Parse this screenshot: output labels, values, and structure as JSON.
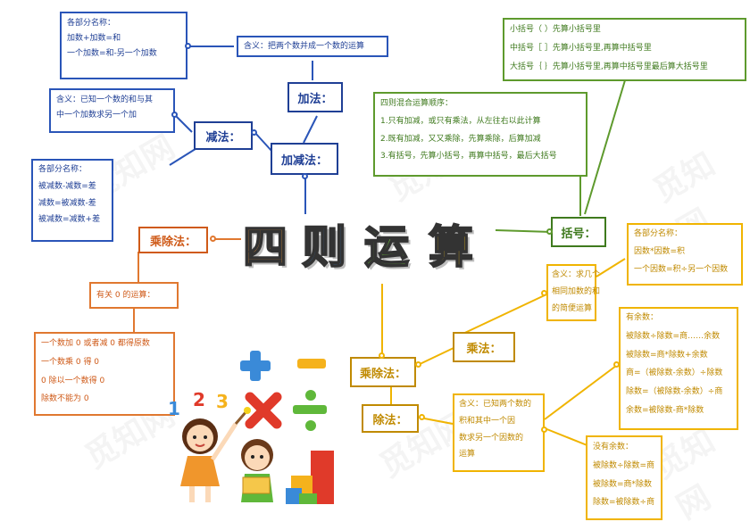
{
  "watermark": "觅知网",
  "title": [
    "四",
    "则",
    "运",
    "算"
  ],
  "add_sub": {
    "branch": "加减法：",
    "addition": {
      "node": "加法：",
      "meaning": "含义：把两个数并成一个数的运算",
      "parts": [
        "各部分名称：",
        "加数+加数=和",
        "一个加数=和-另一个加数"
      ]
    },
    "subtraction": {
      "node": "减法：",
      "meaning": [
        "含义：已知一个数的和与其",
        "中一个加数求另一个加"
      ],
      "parts": [
        "各部分名称：",
        "被减数-减数=差",
        "减数=被减数-差",
        "被减数=减数+差"
      ]
    }
  },
  "brackets": {
    "node": "括号：",
    "kinds": [
      "小括号（ ）先算小括号里",
      "中括号［ ］先算小括号里,再算中括号里",
      "大括号｛ ｝先算小括号里,再算中括号里最后算大括号里"
    ],
    "order": [
      "四则混合运算顺序：",
      "1.只有加减，或只有乘法，从左往右以此计算",
      "2.既有加减，又又乘除，先算乘除，后算加减",
      "3.有括号，先算小括号，再算中括号，最后大括号"
    ]
  },
  "zero": {
    "node": "乘除法：",
    "sub": "有关 0 的运算：",
    "rules": [
      "一个数加 0 或者减 0 都得原数",
      "一个数乘 0 得 0",
      "0 除以一个数得 0",
      "除数不能为 0"
    ]
  },
  "mul_div": {
    "branch": "乘除法：",
    "multiplication": {
      "node": "乘法：",
      "meaning": [
        "含义：求几个",
        "相同加数的和",
        "的简便运算"
      ],
      "parts": [
        "各部分名称：",
        "因数*因数=积",
        "一个因数=积÷另一个因数"
      ]
    },
    "division": {
      "node": "除法：",
      "meaning": [
        "含义：已知两个数的",
        "积和其中一个因",
        "数求另一个因数的",
        "运算"
      ],
      "remainder": [
        "有余数：",
        "被除数÷除数=商……余数",
        "被除数=商*除数+余数",
        "商=（被除数-余数）÷除数",
        "除数=（被除数-余数）÷商",
        "余数=被除数-商*除数"
      ],
      "no_remainder": [
        "没有余数：",
        "被除数÷除数=商",
        "被除数=商*除数",
        "除数=被除数÷商"
      ]
    }
  },
  "colors": {
    "blue": "#2a55b8",
    "green": "#5e9a2d",
    "orange": "#e07830",
    "yellow": "#f0b400"
  },
  "illustration": {
    "numbers": [
      "1",
      "2",
      "3"
    ],
    "icons": [
      "plus-icon",
      "minus-icon",
      "times-icon",
      "divide-icon"
    ]
  }
}
